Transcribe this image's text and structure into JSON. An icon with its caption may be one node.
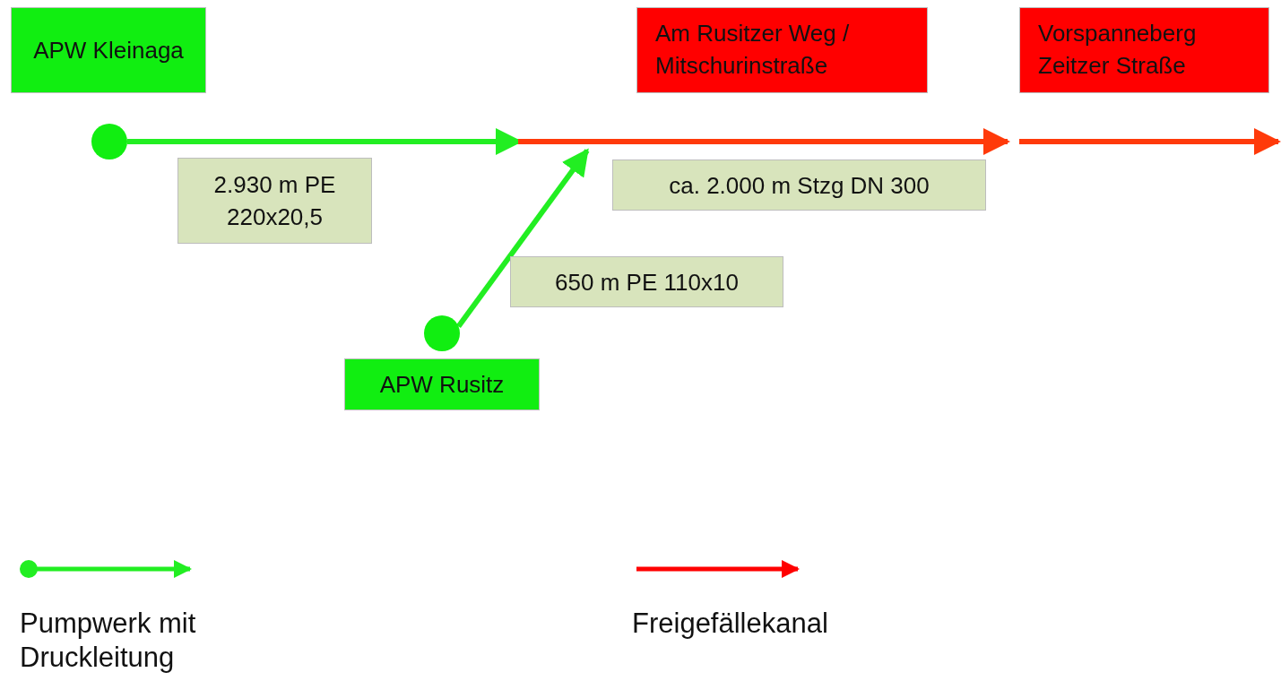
{
  "diagram": {
    "nodes": [
      {
        "text": [
          "APW Kleinaga"
        ]
      },
      {
        "text": [
          "Am Rusitzer Weg / Mitschurinstraße"
        ]
      },
      {
        "text": [
          "Vorspanneberg Zeitzer Straße"
        ]
      },
      {
        "text": [],
        "shape": "circle"
      },
      {
        "text": [
          "2.930 m PE 220x20,5"
        ]
      },
      {
        "text": [
          "ca. 2.000 m Stzg DN 300"
        ]
      },
      {
        "text": [
          "650 m PE 110x10"
        ]
      },
      {
        "text": [],
        "shape": "circle"
      },
      {
        "text": [
          "APW Rusitz"
        ]
      }
    ],
    "edges": [
      {
        "from": 3,
        "to": null,
        "arrow": "to",
        "color": "#22ee22"
      },
      {
        "from": 7,
        "to": 5,
        "arrow": "to",
        "color": "#22ee22"
      },
      {
        "from": null,
        "to": 5,
        "arrow": "to",
        "color": "#ff3a0a"
      },
      {
        "from": null,
        "to": 2,
        "arrow": "to",
        "color": "#ff3a0a"
      }
    ],
    "legend": [
      {
        "text": "Pumpwerk mit Druckleitung"
      },
      {
        "text": "Freigefällekanal"
      }
    ]
  }
}
